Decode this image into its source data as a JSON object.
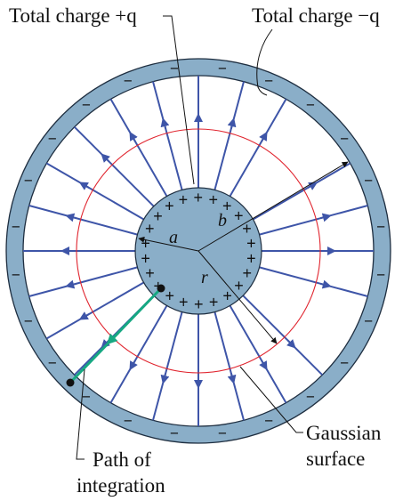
{
  "labels": {
    "inner_charge": "Total charge +q",
    "outer_charge": "Total charge −q",
    "radius_a": "a",
    "radius_b": "b",
    "radius_r": "r",
    "gaussian_line1": "Gaussian",
    "gaussian_line2": "surface",
    "path_line1": "Path of",
    "path_line2": "integration"
  },
  "symbols": {
    "positive": "+",
    "negative": "−"
  },
  "colors": {
    "conductor": "#8aaec8",
    "conductor_edge": "#1e2e40",
    "field_line": "#3e55a8",
    "gaussian_surface": "#e0242e",
    "integration_path": "#16a882",
    "label_text": "#111111"
  }
}
